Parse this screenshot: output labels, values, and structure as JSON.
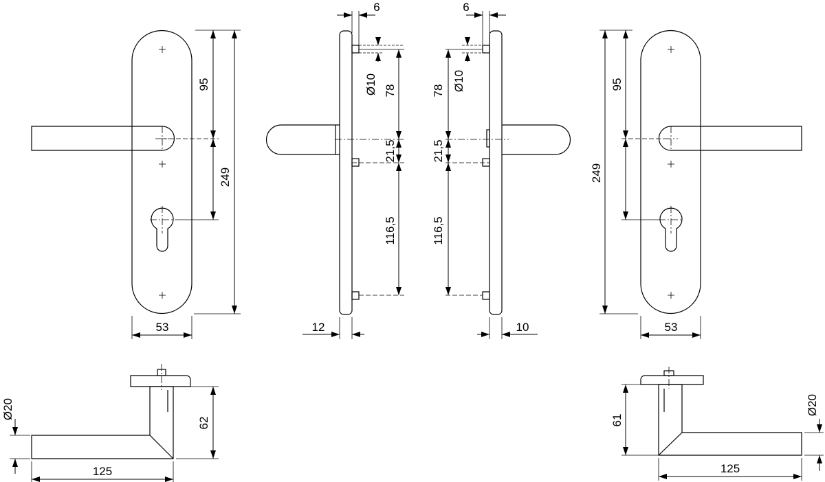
{
  "labels": {
    "d95_left": "95",
    "d249_left": "249",
    "d53_left": "53",
    "d6_a": "6",
    "d10dia_a": "Ø10",
    "d78_a": "78",
    "d21_5_a": "21,5",
    "d116_5_a": "116,5",
    "d12": "12",
    "d6_b": "6",
    "d10dia_b": "Ø10",
    "d78_b": "78",
    "d21_5_b": "21,5",
    "d116_5_b": "116,5",
    "d10": "10",
    "d95_right": "95",
    "d249_right": "249",
    "d53_right": "53",
    "d20dia_left": "Ø20",
    "d62": "62",
    "d125_left": "125",
    "d61": "61",
    "d20dia_right": "Ø20",
    "d125_right": "125"
  }
}
